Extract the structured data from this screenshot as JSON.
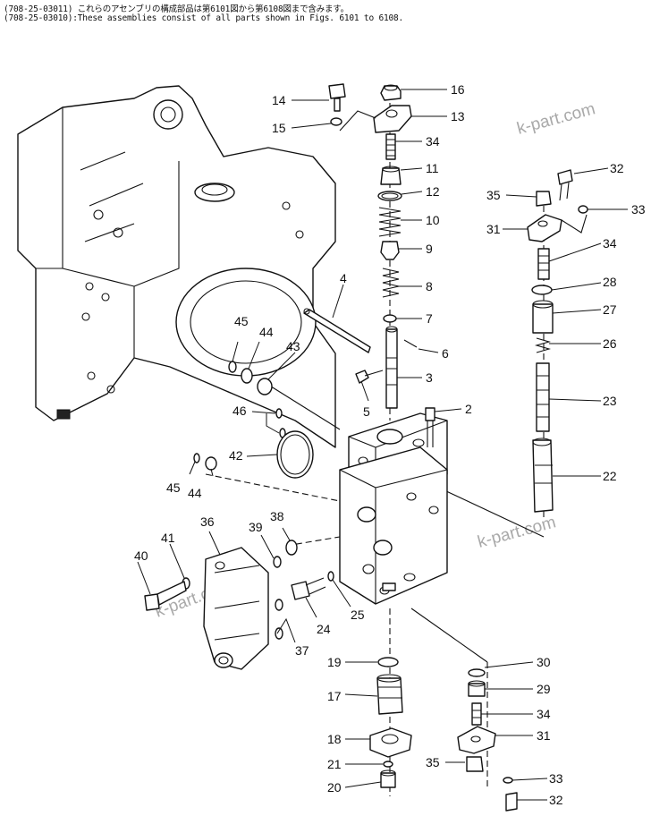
{
  "header": {
    "line1": "(708-25-03011) これらのアセンブリの構成部品は第6101図から第6108図まで含みます。",
    "line2": "(708-25-03010):These assemblies consist of all parts shown in Figs. 6101 to 6108."
  },
  "watermark": "k-part.com",
  "callouts": [
    {
      "id": "c14",
      "text": "14"
    },
    {
      "id": "c15",
      "text": "15"
    },
    {
      "id": "c16",
      "text": "16"
    },
    {
      "id": "c13",
      "text": "13"
    },
    {
      "id": "c34a",
      "text": "34"
    },
    {
      "id": "c11",
      "text": "11"
    },
    {
      "id": "c12",
      "text": "12"
    },
    {
      "id": "c10",
      "text": "10"
    },
    {
      "id": "c9",
      "text": "9"
    },
    {
      "id": "c8",
      "text": "8"
    },
    {
      "id": "c7",
      "text": "7"
    },
    {
      "id": "c6",
      "text": "6"
    },
    {
      "id": "c4",
      "text": "4"
    },
    {
      "id": "c3",
      "text": "3"
    },
    {
      "id": "c5",
      "text": "5"
    },
    {
      "id": "c2",
      "text": "2"
    },
    {
      "id": "c32a",
      "text": "32"
    },
    {
      "id": "c35a",
      "text": "35"
    },
    {
      "id": "c33a",
      "text": "33"
    },
    {
      "id": "c31a",
      "text": "31"
    },
    {
      "id": "c34b",
      "text": "34"
    },
    {
      "id": "c28",
      "text": "28"
    },
    {
      "id": "c27",
      "text": "27"
    },
    {
      "id": "c26",
      "text": "26"
    },
    {
      "id": "c23",
      "text": "23"
    },
    {
      "id": "c22",
      "text": "22"
    },
    {
      "id": "c45a",
      "text": "45"
    },
    {
      "id": "c44a",
      "text": "44"
    },
    {
      "id": "c43",
      "text": "43"
    },
    {
      "id": "c46",
      "text": "46"
    },
    {
      "id": "c42",
      "text": "42"
    },
    {
      "id": "c45b",
      "text": "45"
    },
    {
      "id": "c44b",
      "text": "44"
    },
    {
      "id": "c36",
      "text": "36"
    },
    {
      "id": "c39",
      "text": "39"
    },
    {
      "id": "c38",
      "text": "38"
    },
    {
      "id": "c41",
      "text": "41"
    },
    {
      "id": "c40",
      "text": "40"
    },
    {
      "id": "c24",
      "text": "24"
    },
    {
      "id": "c25",
      "text": "25"
    },
    {
      "id": "c37",
      "text": "37"
    },
    {
      "id": "c19",
      "text": "19"
    },
    {
      "id": "c17",
      "text": "17"
    },
    {
      "id": "c18",
      "text": "18"
    },
    {
      "id": "c21",
      "text": "21"
    },
    {
      "id": "c20",
      "text": "20"
    },
    {
      "id": "c30",
      "text": "30"
    },
    {
      "id": "c29",
      "text": "29"
    },
    {
      "id": "c34c",
      "text": "34"
    },
    {
      "id": "c31b",
      "text": "31"
    },
    {
      "id": "c35b",
      "text": "35"
    },
    {
      "id": "c33b",
      "text": "33"
    },
    {
      "id": "c32b",
      "text": "32"
    }
  ]
}
